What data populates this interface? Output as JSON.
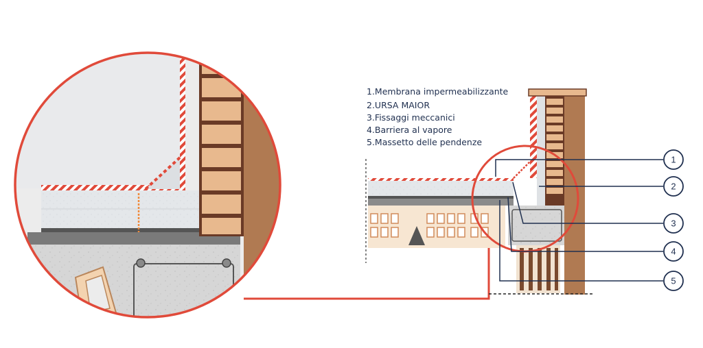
{
  "legend": {
    "items": [
      "1.Membrana impermeabilizzante",
      "2.URSA MAIOR",
      "3.Fissaggi meccanici",
      "4.Barriera al vapore",
      "5.Massetto delle pendenze"
    ]
  },
  "callouts": [
    "1",
    "2",
    "3",
    "4",
    "5"
  ],
  "colors": {
    "accent_red": "#e04a3a",
    "navy": "#1f2f4f",
    "brick": "#e8b98e",
    "brick_mortar": "#6a3a26",
    "wall_brown": "#b07a52",
    "insulation": "#e6e8ea",
    "concrete": "#d2d2d2",
    "slab_dark": "#6f6f6f"
  },
  "icons": {
    "detail_circle": "magnifier-circle",
    "callout_marker": "numbered-circle"
  }
}
